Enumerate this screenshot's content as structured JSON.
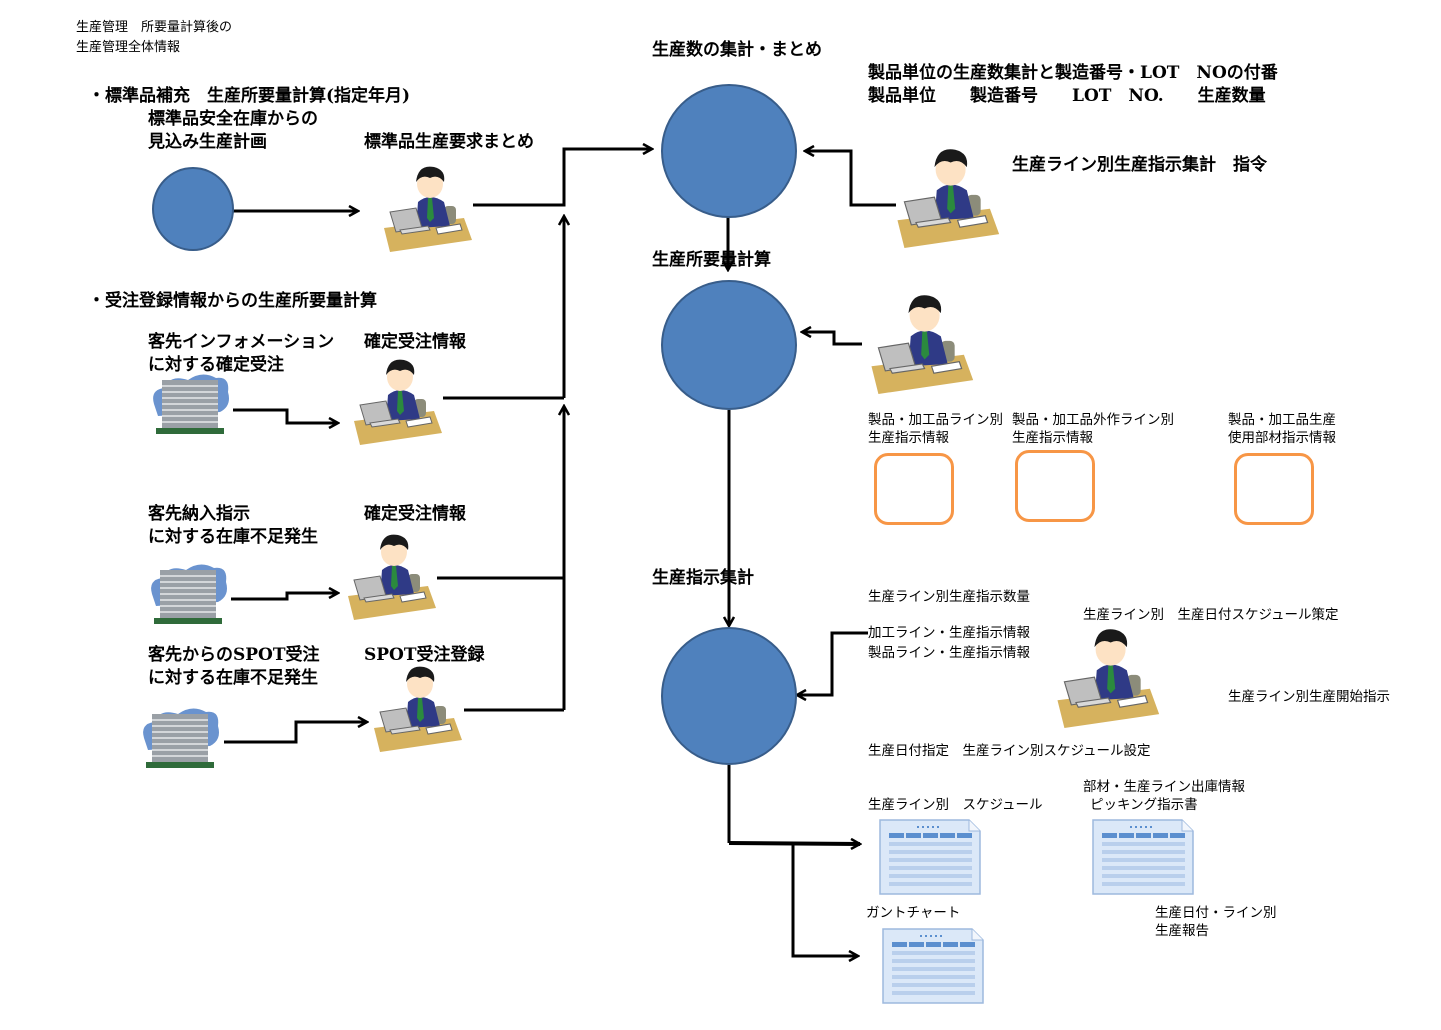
{
  "header": {
    "line1": "生産管理　所要量計算後の",
    "line2": "生産管理全体情報"
  },
  "left": {
    "standard": {
      "heading": "・標準品補充　生産所要量計算(指定年月)",
      "source_label_1": "標準品安全在庫からの",
      "source_label_2": "見込み生産計画",
      "worker_label": "標準品生産要求まとめ"
    },
    "orders_heading": "・受注登録情報からの生産所要量計算",
    "order_rows": [
      {
        "source_label_1": "客先インフォメーション",
        "source_label_2": "に対する確定受注",
        "worker_label": "確定受注情報"
      },
      {
        "source_label_1": "客先納入指示",
        "source_label_2": "に対する在庫不足発生",
        "worker_label": "確定受注情報"
      },
      {
        "source_label_1": "客先からのSPOT受注",
        "source_label_2": "に対する在庫不足発生",
        "worker_label": "SPOT受注登録"
      }
    ]
  },
  "center": {
    "nodes": [
      {
        "label": "生産数の集計・まとめ"
      },
      {
        "label": "生産所要量計算"
      },
      {
        "label": "生産指示集計"
      }
    ]
  },
  "right": {
    "summary_line1": "製品単位の生産数集計と製造番号・LOT　NOの付番",
    "summary_line2": "製品単位　　製造番号　　LOT　NO.　　生産数量",
    "line_directive": "生産ライン別生産指示集計　指令",
    "info_boxes": [
      {
        "line1": "製品・加工品ライン別",
        "line2": "生産指示情報"
      },
      {
        "line1": "製品・加工品外作ライン別",
        "line2": "生産指示情報"
      },
      {
        "line1": "製品・加工品生産",
        "line2": "使用部材指示情報"
      }
    ],
    "line_quantity": "生産ライン別生産指示数量",
    "processing_line_info": "加工ライン・生産指示情報",
    "product_line_info": "製品ライン・生産指示情報",
    "schedule_planning": "生産ライン別　生産日付スケジュール策定",
    "start_instruction": "生産ライン別生産開始指示",
    "date_setting": "生産日付指定　生産ライン別スケジュール設定",
    "docs": [
      {
        "label": "生産ライン別　スケジュール"
      },
      {
        "label_line1": "部材・生産ライン出庫情報",
        "label_line2": "ピッキング指示書"
      },
      {
        "label": "ガントチャート"
      }
    ],
    "report_line1": "生産日付・ライン別",
    "report_line2": "生産報告"
  },
  "colors": {
    "node_fill": "#4f81bd",
    "node_border": "#385d8a",
    "info_box_border": "#f79646",
    "connector": "#000000"
  }
}
